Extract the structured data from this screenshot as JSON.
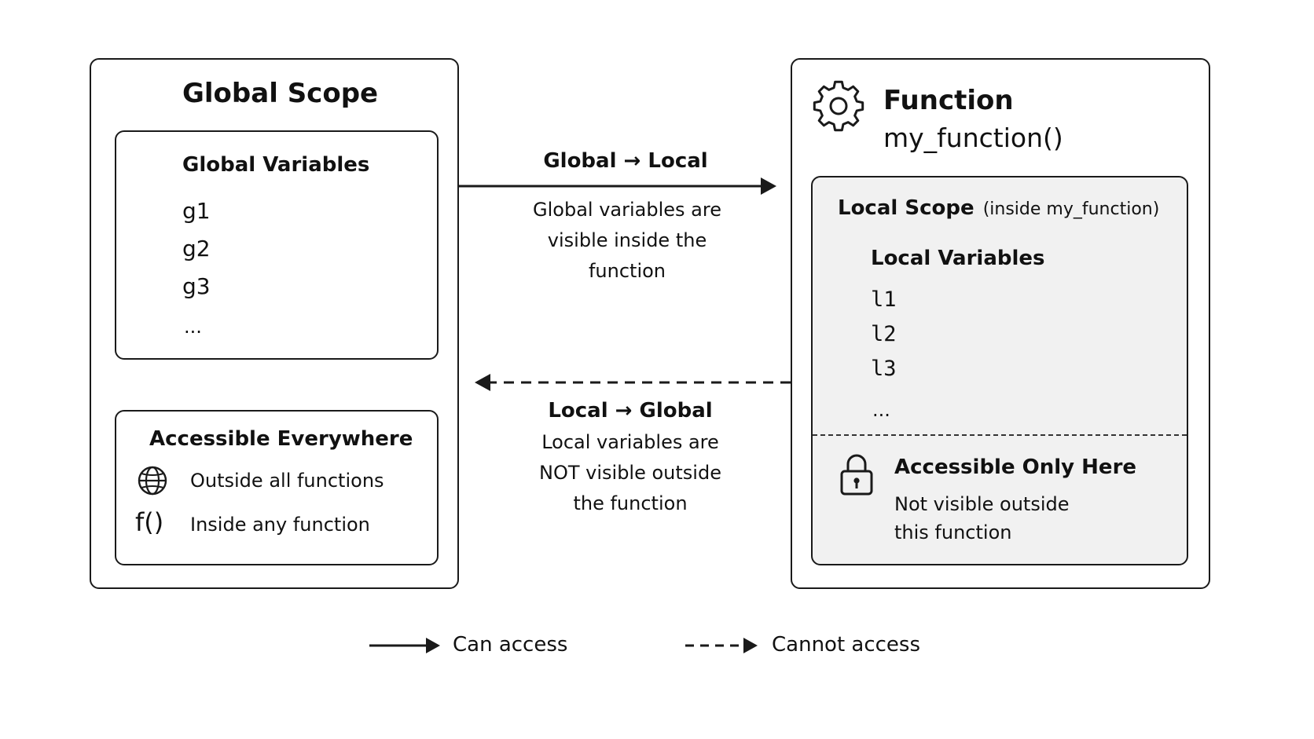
{
  "global_scope": {
    "title": "Global Scope",
    "variables_heading": "Global Variables",
    "variables": [
      "g1",
      "g2",
      "g3",
      "..."
    ],
    "accessible": {
      "heading": "Accessible Everywhere",
      "items": [
        {
          "icon": "globe-icon",
          "label": "Outside all functions"
        },
        {
          "icon": "function-icon",
          "glyph": "f()",
          "label": "Inside any function"
        }
      ]
    }
  },
  "function": {
    "icon": "gear-icon",
    "title": "Function",
    "name": "my_function()",
    "local_scope": {
      "title": "Local Scope",
      "subtitle": "(inside my_function)",
      "variables_heading": "Local Variables",
      "variables": [
        "l1",
        "l2",
        "l3",
        "..."
      ],
      "access": {
        "icon": "lock-icon",
        "heading": "Accessible Only Here",
        "description_line1": "Not visible outside",
        "description_line2": "this function"
      }
    }
  },
  "arrows": {
    "global_to_local": {
      "label": "Global → Local",
      "description": "Global variables are visible inside the function",
      "style": "solid"
    },
    "local_to_global": {
      "label": "Local → Global",
      "description": "Local variables are NOT visible outside the function",
      "style": "dashed"
    }
  },
  "legend": {
    "solid_label": "Can access",
    "dashed_label": "Cannot access"
  }
}
